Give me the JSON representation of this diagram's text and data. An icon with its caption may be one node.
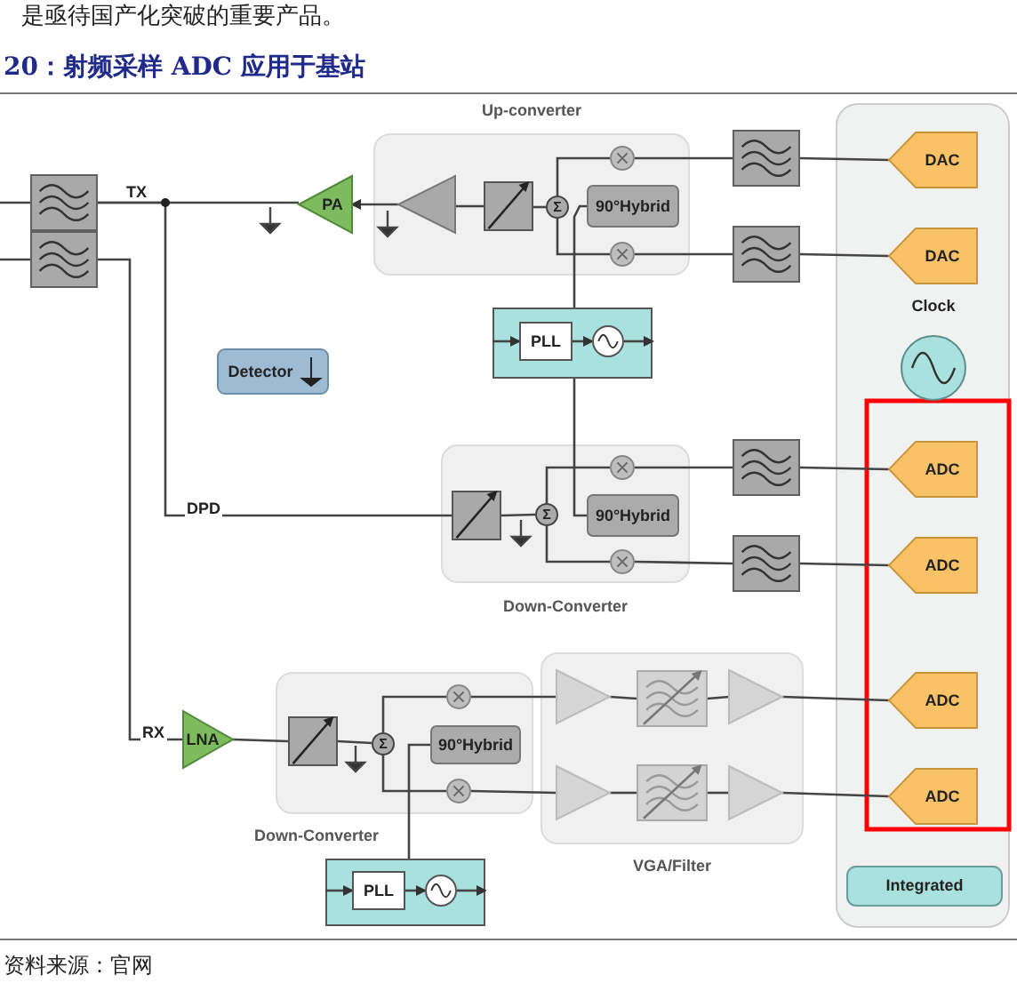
{
  "diagram": {
    "title": "20：射频采样 ADC 应用于基站",
    "nodes": [
      {
        "text": [],
        "shape": "box"
      },
      {
        "text": [],
        "shape": "box"
      },
      {
        "text": [
          "PA"
        ]
      },
      {
        "text": [
          "Up-converter"
        ]
      },
      {
        "text": [],
        "shape": "triangle",
        "in": 3
      },
      {
        "text": [],
        "shape": "box",
        "in": 3
      },
      {
        "text": [
          "Σ"
        ],
        "in": 3
      },
      {
        "text": [],
        "shape": "circle",
        "in": 3
      },
      {
        "text": [],
        "shape": "circle",
        "in": 3
      },
      {
        "text": [
          "90°Hybrid"
        ],
        "in": 3
      },
      {
        "text": [],
        "shape": "box"
      },
      {
        "text": [],
        "shape": "box"
      },
      {
        "text": [],
        "shape": "box"
      },
      {
        "text": [
          "PLL"
        ],
        "in": 12
      },
      {
        "text": [],
        "shape": "circle",
        "in": 12
      },
      {
        "text": [],
        "shape": "box"
      },
      {
        "text": [
          "DAC"
        ],
        "in": 15
      },
      {
        "text": [
          "DAC"
        ],
        "in": 15
      },
      {
        "text": [
          "Clock"
        ],
        "in": 15
      },
      {
        "text": [],
        "shape": "box",
        "in": 15
      },
      {
        "text": [
          "ADC"
        ],
        "in": 19
      },
      {
        "text": [
          "ADC"
        ],
        "in": 19
      },
      {
        "text": [
          "ADC"
        ],
        "in": 19
      },
      {
        "text": [
          "ADC"
        ],
        "in": 19
      },
      {
        "text": [
          "Integrated"
        ],
        "in": 15
      },
      {
        "text": [
          "Detector"
        ]
      },
      {
        "text": [
          "Down-Converter"
        ]
      },
      {
        "text": [],
        "shape": "box",
        "in": 26
      },
      {
        "text": [
          "Σ"
        ],
        "in": 26
      },
      {
        "text": [],
        "shape": "circle",
        "in": 26
      },
      {
        "text": [],
        "shape": "circle",
        "in": 26
      },
      {
        "text": [
          "90°Hybrid"
        ],
        "in": 26
      },
      {
        "text": [],
        "shape": "box"
      },
      {
        "text": [],
        "shape": "box"
      },
      {
        "text": [
          "LNA"
        ]
      },
      {
        "text": [
          "Down-Converter"
        ]
      },
      {
        "text": [],
        "shape": "box",
        "in": 35
      },
      {
        "text": [
          "Σ"
        ],
        "in": 35
      },
      {
        "text": [],
        "shape": "circle",
        "in": 35
      },
      {
        "text": [],
        "shape": "circle",
        "in": 35
      },
      {
        "text": [
          "90°Hybrid"
        ],
        "in": 35
      },
      {
        "text": [
          "VGA/Filter"
        ]
      },
      {
        "text": [],
        "shape": "triangle",
        "in": 41
      },
      {
        "text": [],
        "shape": "box",
        "in": 41
      },
      {
        "text": [],
        "shape": "triangle",
        "in": 41
      },
      {
        "text": [],
        "shape": "triangle",
        "in": 41
      },
      {
        "text": [],
        "shape": "box",
        "in": 41
      },
      {
        "text": [],
        "shape": "triangle",
        "in": 41
      },
      {
        "text": [],
        "shape": "box"
      },
      {
        "text": [
          "PLL"
        ],
        "in": 48
      },
      {
        "text": [],
        "shape": "circle",
        "in": 48
      }
    ],
    "edges": [
      {
        "from": null,
        "to": 0,
        "arrow": "none"
      },
      {
        "from": null,
        "to": 1,
        "arrow": "none"
      },
      {
        "from": 0,
        "to": 2,
        "arrow": "none",
        "label": "TX"
      },
      {
        "from": 0,
        "to": 27,
        "arrow": "none",
        "label": "DPD"
      },
      {
        "from": 4,
        "to": 2,
        "arrow": "to"
      },
      {
        "from": 5,
        "to": 4,
        "arrow": "none"
      },
      {
        "from": 6,
        "to": 5,
        "arrow": "none"
      },
      {
        "from": 6,
        "to": 7,
        "arrow": "none"
      },
      {
        "from": 6,
        "to": 8,
        "arrow": "none"
      },
      {
        "from": 10,
        "to": 7,
        "arrow": "none"
      },
      {
        "from": 11,
        "to": 8,
        "arrow": "none"
      },
      {
        "from": 16,
        "to": 10,
        "arrow": "none"
      },
      {
        "from": 17,
        "to": 11,
        "arrow": "none"
      },
      {
        "from": 12,
        "to": 9,
        "arrow": "none"
      },
      {
        "from": 12,
        "to": 31,
        "arrow": "none"
      },
      {
        "from": null,
        "to": 13,
        "arrow": "to"
      },
      {
        "from": 13,
        "to": 14,
        "arrow": "to"
      },
      {
        "from": 14,
        "to": null,
        "arrow": "to"
      },
      {
        "from": 27,
        "to": 28,
        "arrow": "none"
      },
      {
        "from": 28,
        "to": 29,
        "arrow": "none"
      },
      {
        "from": 28,
        "to": 30,
        "arrow": "none"
      },
      {
        "from": 29,
        "to": 32,
        "arrow": "none"
      },
      {
        "from": 30,
        "to": 33,
        "arrow": "none"
      },
      {
        "from": 32,
        "to": 20,
        "arrow": "none"
      },
      {
        "from": 33,
        "to": 21,
        "arrow": "none"
      },
      {
        "from": 1,
        "to": 34,
        "arrow": "none",
        "label": "RX"
      },
      {
        "from": 34,
        "to": 36,
        "arrow": "none"
      },
      {
        "from": 36,
        "to": 37,
        "arrow": "none"
      },
      {
        "from": 37,
        "to": 38,
        "arrow": "none"
      },
      {
        "from": 37,
        "to": 39,
        "arrow": "none"
      },
      {
        "from": 38,
        "to": 42,
        "arrow": "none"
      },
      {
        "from": 39,
        "to": 45,
        "arrow": "none"
      },
      {
        "from": 42,
        "to": 43,
        "arrow": "none"
      },
      {
        "from": 43,
        "to": 44,
        "arrow": "none"
      },
      {
        "from": 44,
        "to": 22,
        "arrow": "none"
      },
      {
        "from": 45,
        "to": 46,
        "arrow": "none"
      },
      {
        "from": 46,
        "to": 47,
        "arrow": "none"
      },
      {
        "from": 47,
        "to": 23,
        "arrow": "none"
      },
      {
        "from": 48,
        "to": 40,
        "arrow": "none"
      },
      {
        "from": null,
        "to": 49,
        "arrow": "to"
      },
      {
        "from": 49,
        "to": 50,
        "arrow": "to"
      },
      {
        "from": 50,
        "to": null,
        "arrow": "to"
      }
    ],
    "labels": [
      "是亟待国产化突破的重要产品。",
      "资料来源：官网"
    ]
  }
}
